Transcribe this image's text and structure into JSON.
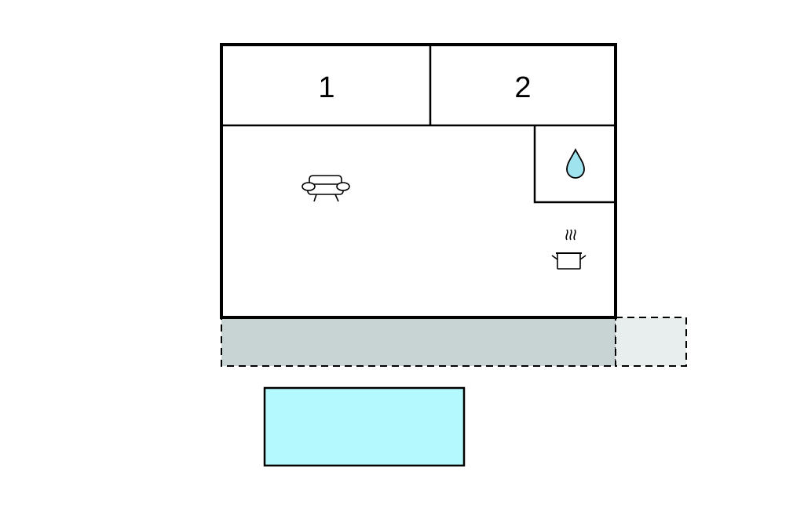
{
  "rooms": [
    {
      "id": "bedroom-1",
      "label": "1"
    },
    {
      "id": "bedroom-2",
      "label": "2"
    }
  ],
  "icons": {
    "living": "sofa-icon",
    "bathroom": "water-drop-icon",
    "kitchen": "cooking-pot-icon"
  },
  "colors": {
    "wall": "#000000",
    "terrace": "#c8d3d4",
    "terrace_extension": "#e8eded",
    "pool": "#b3f9fe",
    "water_drop": "#9fe3ef"
  }
}
